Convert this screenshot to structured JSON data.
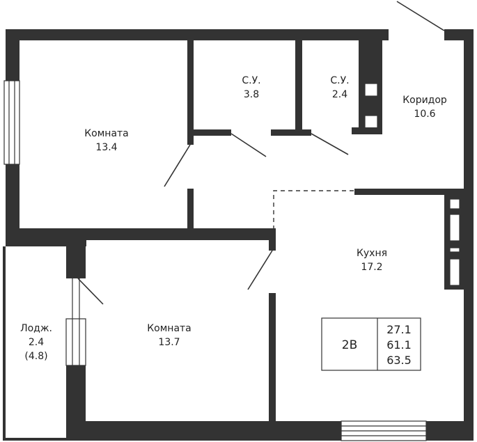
{
  "rooms": [
    {
      "name": "Комната",
      "area": "13.4"
    },
    {
      "name": "С.У.",
      "area": "3.8"
    },
    {
      "name": "С.У.",
      "area": "2.4"
    },
    {
      "name": "Коридор",
      "area": "10.6"
    },
    {
      "name": "Кухня",
      "area": "17.2"
    },
    {
      "name": "Комната",
      "area": "13.7"
    },
    {
      "name": "Лодж.",
      "area": "2.4",
      "area_full": "(4.8)"
    }
  ],
  "summary": {
    "type": "2В",
    "living_area": "27.1",
    "total_area": "61.1",
    "total_area_with_loggia": "63.5"
  }
}
